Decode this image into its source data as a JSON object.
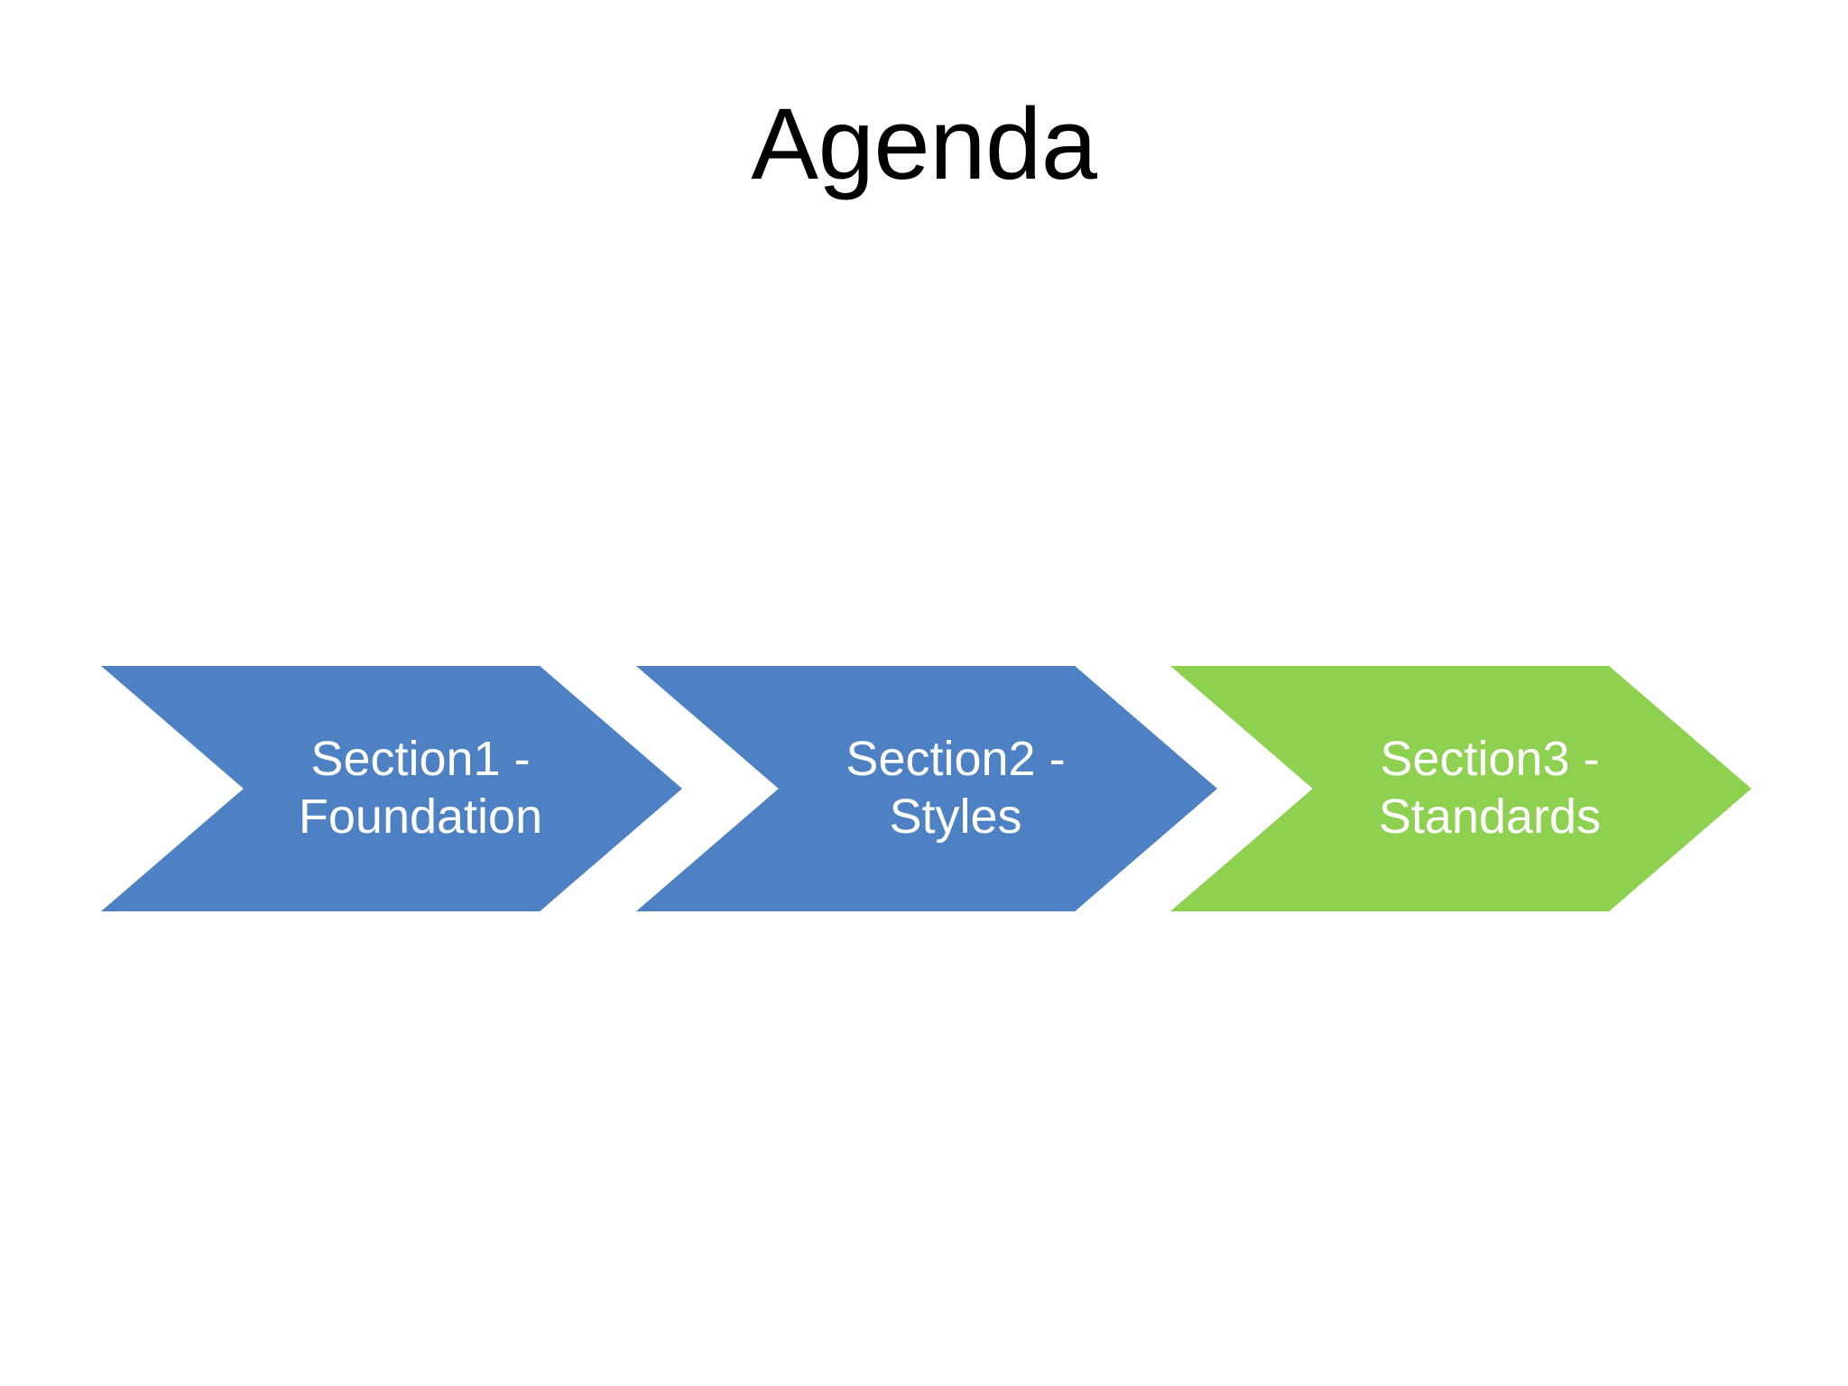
{
  "slide": {
    "background_color": "#FFFFFF",
    "title": "Agenda"
  },
  "process": {
    "shape_type": "chevron",
    "orientation": "left-to-right",
    "steps": [
      {
        "id": "section-1",
        "label": "Section1 -\nFoundation",
        "line1": "Section1 -",
        "line2": "Foundation",
        "fill_color": "#4E81C4",
        "text_color": "#FFFFFF",
        "state": "default"
      },
      {
        "id": "section-2",
        "label": "Section2 -\nStyles",
        "line1": "Section2 -",
        "line2": "Styles",
        "fill_color": "#4E81C4",
        "text_color": "#FFFFFF",
        "state": "default"
      },
      {
        "id": "section-3",
        "label": "Section3 -\nStandards",
        "line1": "Section3 -",
        "line2": "Standards",
        "fill_color": "#8ED04F",
        "text_color": "#FFFFFF",
        "state": "highlighted"
      }
    ]
  }
}
